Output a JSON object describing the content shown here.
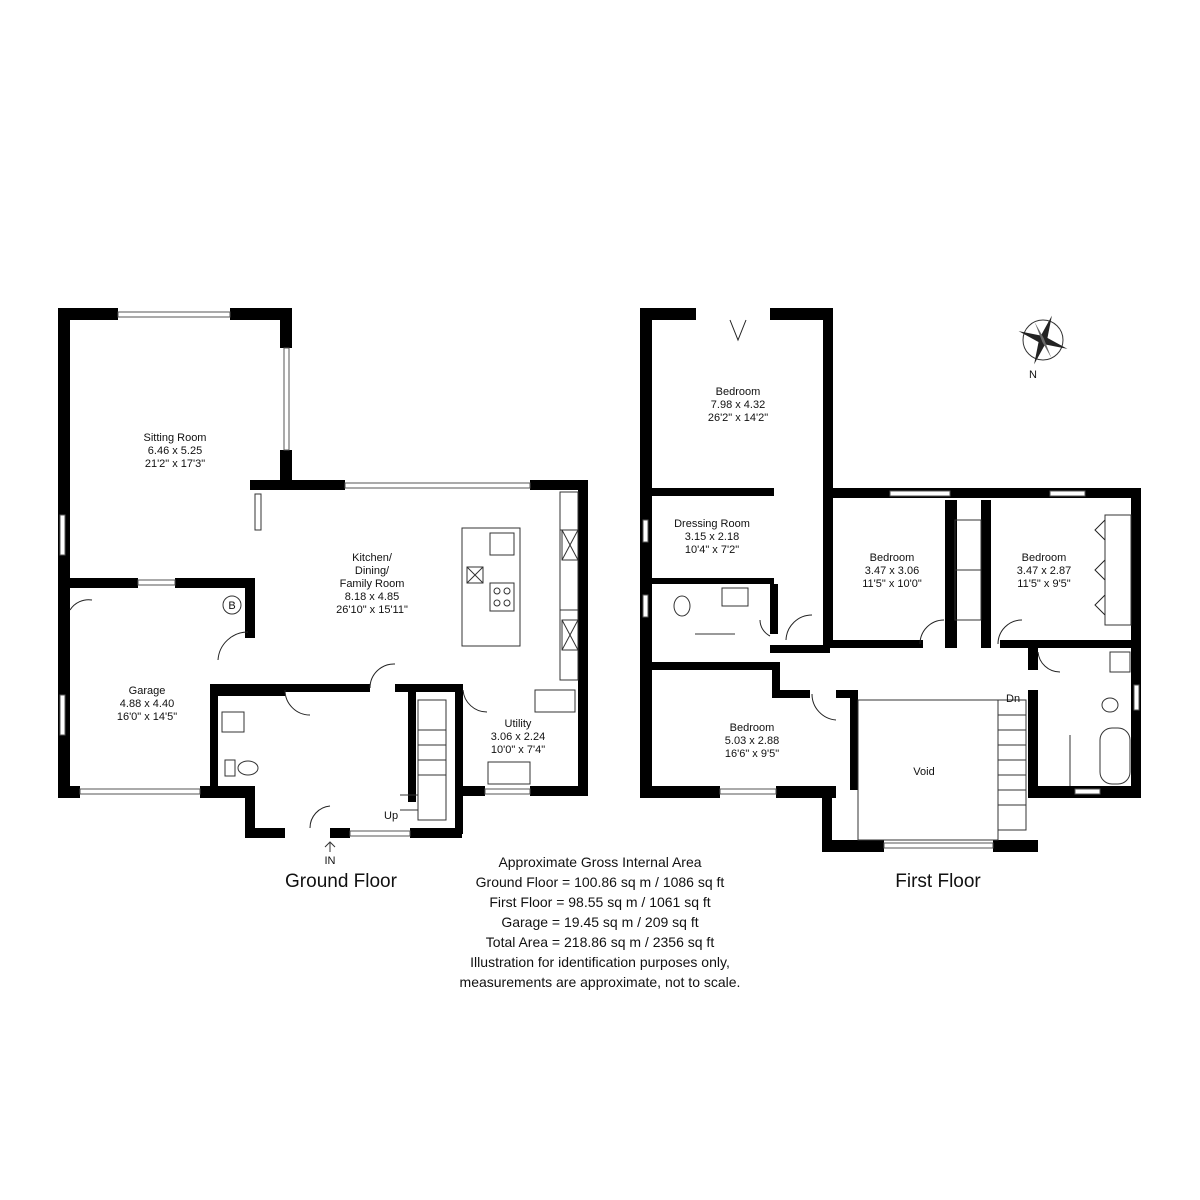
{
  "ground_floor": {
    "title": "Ground Floor",
    "entrance_label": "IN",
    "stairs_label": "Up",
    "boiler_label": "B",
    "rooms": [
      {
        "name": "Sitting Room",
        "metric": "6.46 x 5.25",
        "imperial": "21'2\" x 17'3\""
      },
      {
        "name": "Kitchen/",
        "name2": "Dining/",
        "name3": "Family Room",
        "metric": "8.18 x 4.85",
        "imperial": "26'10\" x 15'11\""
      },
      {
        "name": "Garage",
        "metric": "4.88 x 4.40",
        "imperial": "16'0\" x 14'5\""
      },
      {
        "name": "Utility",
        "metric": "3.06 x 2.24",
        "imperial": "10'0\" x 7'4\""
      }
    ]
  },
  "first_floor": {
    "title": "First Floor",
    "stairs_label": "Dn",
    "void_label": "Void",
    "rooms": [
      {
        "name": "Bedroom",
        "metric": "7.98 x 4.32",
        "imperial": "26'2\" x 14'2\""
      },
      {
        "name": "Dressing Room",
        "metric": "3.15 x 2.18",
        "imperial": "10'4\" x 7'2\""
      },
      {
        "name": "Bedroom",
        "metric": "3.47 x 3.06",
        "imperial": "11'5\" x 10'0\""
      },
      {
        "name": "Bedroom",
        "metric": "3.47 x 2.87",
        "imperial": "11'5\" x 9'5\""
      },
      {
        "name": "Bedroom",
        "metric": "5.03 x 2.88",
        "imperial": "16'6\" x 9'5\""
      }
    ]
  },
  "compass": {
    "label": "N",
    "icon": "compass-rose-icon"
  },
  "area_summary": {
    "heading": "Approximate Gross Internal Area",
    "ground": "Ground Floor = 100.86 sq m / 1086 sq ft",
    "first": "First Floor = 98.55 sq m / 1061 sq ft",
    "garage": "Garage = 19.45 sq m / 209 sq ft",
    "total": "Total Area = 218.86 sq m / 2356 sq ft",
    "disclaimer1": "Illustration for identification purposes only,",
    "disclaimer2": "measurements are approximate, not to scale."
  },
  "colors": {
    "walls": "#000000",
    "background": "#ffffff",
    "lines": "#333333"
  }
}
